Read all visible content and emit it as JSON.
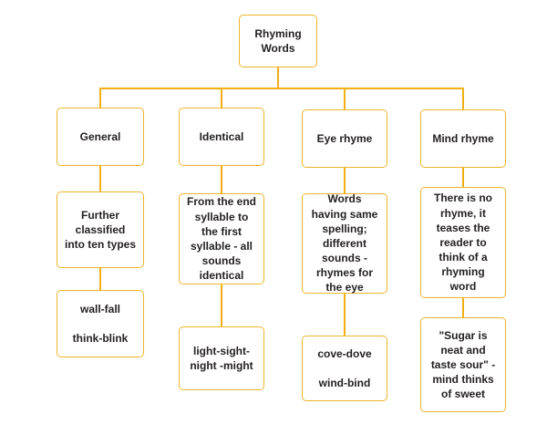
{
  "colors": {
    "accent": "#f5b517",
    "line": "#f2ae14",
    "border": "#eeb428",
    "text": "#231f20",
    "background": "#ffffff"
  },
  "diagram": {
    "root": {
      "title": "Rhyming Words"
    },
    "columns": [
      {
        "header": "General",
        "description": "Further classified into ten types",
        "example": "wall-fall\n\nthink-blink"
      },
      {
        "header": "Identical",
        "description": "From the end syllable to the first syllable - all sounds identical",
        "example": "light-sight-night -might"
      },
      {
        "header": "Eye rhyme",
        "description": "Words having same spelling; different sounds - rhymes for the eye",
        "example": "cove-dove\n\nwind-bind"
      },
      {
        "header": "Mind rhyme",
        "description": "There is no rhyme, it teases the reader to think of a rhyming word",
        "example": "\"Sugar is neat and taste sour\" - mind thinks of sweet"
      }
    ]
  }
}
